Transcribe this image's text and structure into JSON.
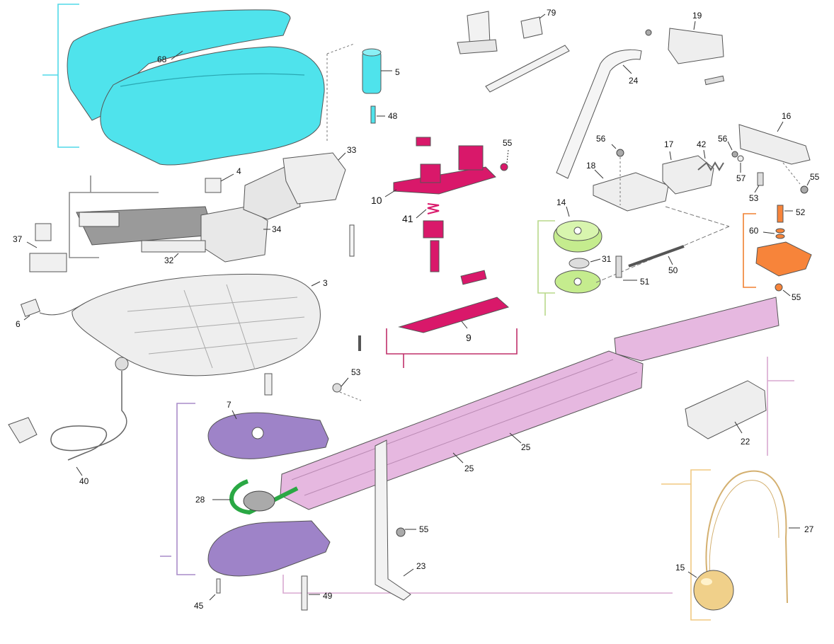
{
  "colors": {
    "cover": "#4FE3EC",
    "carriage": "#D9186A",
    "gear": "#C5EC8E",
    "bracket": "#F7843A",
    "pulley": "#9E83C8",
    "rail": "#E6B8E0",
    "bulb": "#F0D08A",
    "grey": "#D9D9D9",
    "bracket_cover": "#50D8E8",
    "bracket_grey": "#8C8C8C",
    "bracket_carriage": "#C0306A",
    "bracket_gear": "#B8D98A",
    "bracket_orange": "#F08030",
    "bracket_rail": "#D8A8D0",
    "bracket_pulley": "#A98CC8",
    "bracket_bulb": "#F0C880"
  },
  "labels": {
    "l68": "68",
    "l5": "5",
    "l48": "48",
    "l79": "79",
    "l19": "19",
    "l24": "24",
    "l16": "16",
    "l33": "33",
    "l4": "4",
    "l55a": "55",
    "l10": "10",
    "l41": "41",
    "l56a": "56",
    "l17": "17",
    "l42": "42",
    "l56b": "56",
    "l57": "57",
    "l18": "18",
    "l53a": "53",
    "l55b": "55",
    "l52": "52",
    "l34": "34",
    "l32": "32",
    "l37": "37",
    "l14": "14",
    "l60": "60",
    "l31": "31",
    "l50": "50",
    "l51": "51",
    "l55c": "55",
    "l3": "3",
    "l6": "6",
    "l9": "9",
    "l53b": "53",
    "l7": "7",
    "l22": "22",
    "l25a": "25",
    "l25b": "25",
    "l28": "28",
    "l40": "40",
    "l55d": "55",
    "l27": "27",
    "l23": "23",
    "l15": "15",
    "l45": "45",
    "l49": "49"
  }
}
